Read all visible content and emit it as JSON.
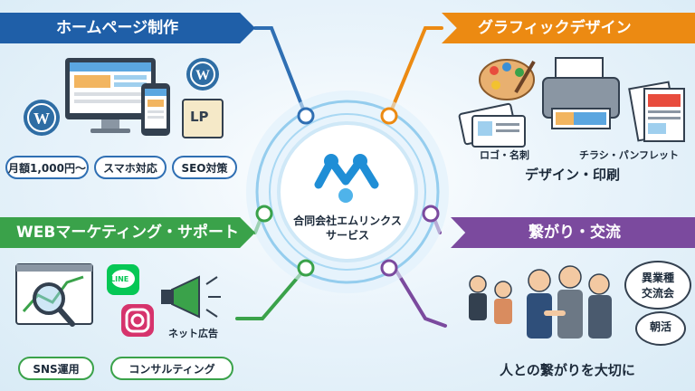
{
  "center": {
    "line1": "合同会社エムリンクス",
    "line2": "サービス"
  },
  "web_production": {
    "title": "ホームページ制作",
    "laptop_badge": "LP",
    "pills": [
      "月額1,000円〜",
      "スマホ対応",
      "SEO対策"
    ]
  },
  "graphic_design": {
    "title": "グラフィックデザイン",
    "logo_label": "ロゴ・名刺",
    "flyer_label": "チラシ・パンフレット",
    "caption": "デザイン・印刷"
  },
  "web_marketing": {
    "title": "WEBマーケティング・サポート",
    "line_label": "LINE",
    "ad_label": "ネット広告",
    "pills": [
      "SNS運用",
      "コンサルティング"
    ]
  },
  "networking": {
    "title": "繋がり・交流",
    "bubble1_line1": "異業種",
    "bubble1_line2": "交流会",
    "bubble2": "朝活",
    "caption": "人との繋がりを大切に"
  },
  "colors": {
    "blue": "#1f5fa8",
    "orange": "#ec8a12",
    "green": "#3aa24a",
    "purple": "#7b4a9e"
  }
}
